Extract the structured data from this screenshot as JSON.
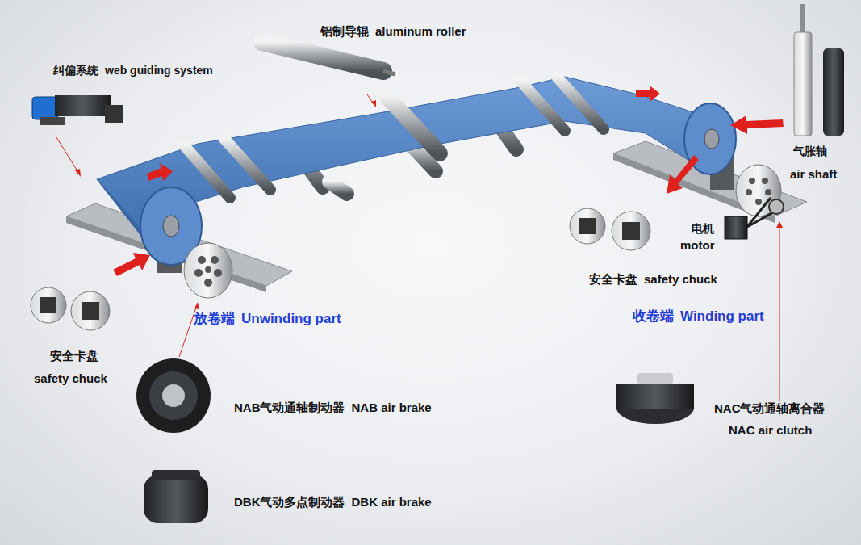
{
  "diagram": {
    "labels": [
      "纠偏系统",
      "web guiding system",
      "铝制导辊",
      "aluminum roller",
      "气胀轴",
      "air shaft",
      "电机",
      "motor",
      "安全卡盘",
      "safety chuck",
      "放卷端",
      "Unwinding part",
      "收卷端",
      "Winding part",
      "安全卡盘",
      "safety chuck",
      "NAB气动通轴制动器",
      "NAB air brake",
      "DBK气动多点制动器",
      "DBK air brake",
      "NAC气动通轴离合器",
      "NAC air clutch"
    ]
  }
}
